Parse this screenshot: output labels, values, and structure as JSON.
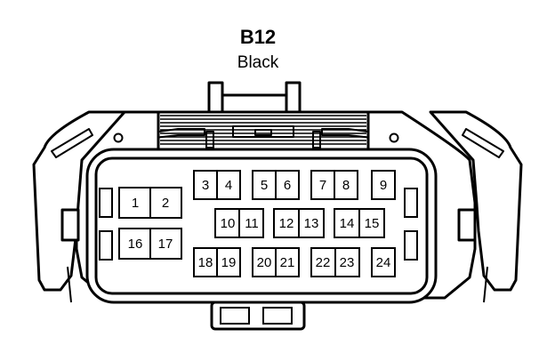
{
  "connector": {
    "name": "B12",
    "color": "Black"
  },
  "pins": [
    "1",
    "2",
    "3",
    "4",
    "5",
    "6",
    "7",
    "8",
    "9",
    "10",
    "11",
    "12",
    "13",
    "14",
    "15",
    "16",
    "17",
    "18",
    "19",
    "20",
    "21",
    "22",
    "23",
    "24"
  ]
}
